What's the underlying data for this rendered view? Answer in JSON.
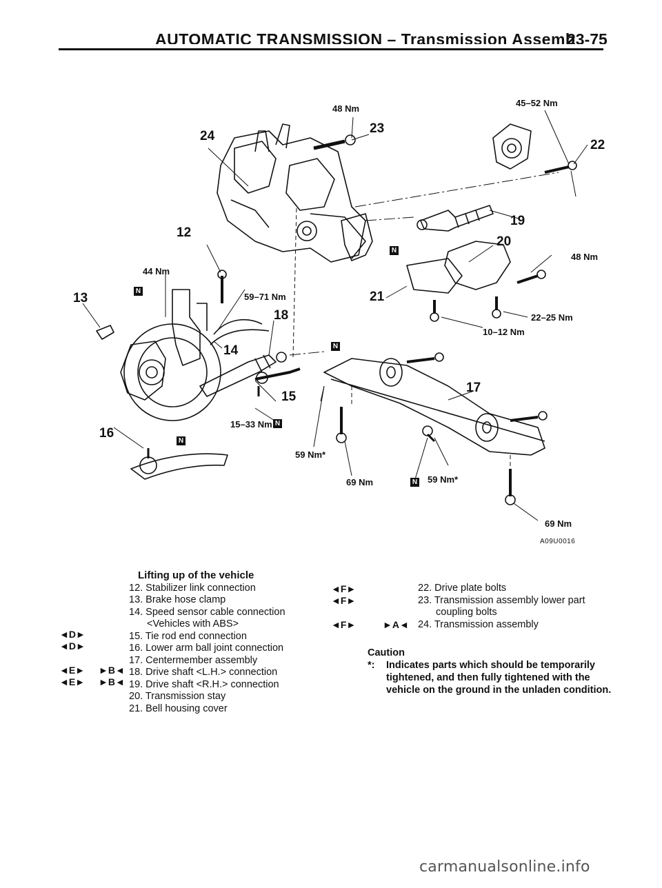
{
  "header": {
    "title": "AUTOMATIC TRANSMISSION – Transmission Assembly",
    "page": "23-75"
  },
  "figure": {
    "code": "A09U0016",
    "callouts": [
      "24",
      "23",
      "22",
      "12",
      "13",
      "18",
      "14",
      "15",
      "16",
      "17",
      "19",
      "20",
      "21"
    ],
    "torques": {
      "t48a": "48 Nm",
      "t4552": "45–52 Nm",
      "t44": "44 Nm",
      "t5971": "59–71 Nm",
      "t48b": "48 Nm",
      "t2225": "22–25 Nm",
      "t1012": "10–12 Nm",
      "t1533": "15–33 Nm",
      "t59a": "59 Nm*",
      "t69a": "69 Nm",
      "t59b": "59 Nm*",
      "t69b": "69 Nm"
    },
    "new_part_mark": "N"
  },
  "legend_left": {
    "title": "Lifting up of the vehicle",
    "items": [
      "12. Stabilizer link connection",
      "13. Brake hose clamp",
      "14. Speed sensor cable connection",
      "<Vehicles with ABS>",
      "15. Tie rod end connection",
      "16. Lower arm ball joint connection",
      "17. Centermember assembly",
      "18. Drive shaft <L.H.> connection",
      "19. Drive shaft <R.H.> connection",
      "20. Transmission stay",
      "21. Bell housing cover"
    ]
  },
  "legend_right": {
    "items": [
      "22. Drive plate bolts",
      "23. Transmission assembly lower part",
      "coupling bolts",
      "24. Transmission assembly"
    ]
  },
  "symbols": {
    "d1": "◄D►",
    "d2": "◄D►",
    "e1": "◄E►",
    "e2": "◄E►",
    "b1": "►B◄",
    "b2": "►B◄",
    "f1": "◄F►",
    "f2": "◄F►",
    "f3": "◄F►",
    "a1": "►A◄"
  },
  "caution": {
    "title": "Caution",
    "mark": "*:",
    "line1": "Indicates parts which should be temporarily",
    "line2": "tightened, and then fully tightened with the",
    "line3": "vehicle on the ground in the unladen condition."
  },
  "watermark": "carmanualsonline.info"
}
